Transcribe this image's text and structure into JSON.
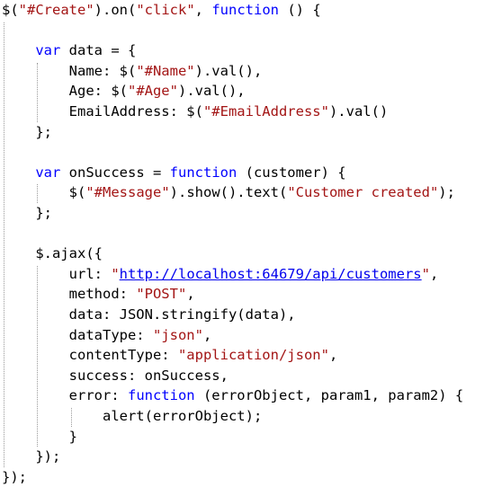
{
  "editor": {
    "lines": [
      [
        {
          "t": "$(",
          "k": "plain"
        },
        {
          "t": "\"#Create\"",
          "k": "str"
        },
        {
          "t": ").on(",
          "k": "plain"
        },
        {
          "t": "\"click\"",
          "k": "str"
        },
        {
          "t": ", ",
          "k": "plain"
        },
        {
          "t": "function",
          "k": "kw"
        },
        {
          "t": " () {",
          "k": "plain"
        }
      ],
      [],
      [
        {
          "t": "    ",
          "k": "plain"
        },
        {
          "t": "var",
          "k": "kw"
        },
        {
          "t": " data = {",
          "k": "plain"
        }
      ],
      [
        {
          "t": "        Name: $(",
          "k": "plain"
        },
        {
          "t": "\"#Name\"",
          "k": "str"
        },
        {
          "t": ").val(),",
          "k": "plain"
        }
      ],
      [
        {
          "t": "        Age: $(",
          "k": "plain"
        },
        {
          "t": "\"#Age\"",
          "k": "str"
        },
        {
          "t": ").val(),",
          "k": "plain"
        }
      ],
      [
        {
          "t": "        EmailAddress: $(",
          "k": "plain"
        },
        {
          "t": "\"#EmailAddress\"",
          "k": "str"
        },
        {
          "t": ").val()",
          "k": "plain"
        }
      ],
      [
        {
          "t": "    };",
          "k": "plain"
        }
      ],
      [],
      [
        {
          "t": "    ",
          "k": "plain"
        },
        {
          "t": "var",
          "k": "kw"
        },
        {
          "t": " onSuccess = ",
          "k": "plain"
        },
        {
          "t": "function",
          "k": "kw"
        },
        {
          "t": " (customer) {",
          "k": "plain"
        }
      ],
      [
        {
          "t": "        $(",
          "k": "plain"
        },
        {
          "t": "\"#Message\"",
          "k": "str"
        },
        {
          "t": ").show().text(",
          "k": "plain"
        },
        {
          "t": "\"Customer created\"",
          "k": "str"
        },
        {
          "t": ");",
          "k": "plain"
        }
      ],
      [
        {
          "t": "    };",
          "k": "plain"
        }
      ],
      [],
      [
        {
          "t": "    $.ajax({",
          "k": "plain"
        }
      ],
      [
        {
          "t": "        url: ",
          "k": "plain"
        },
        {
          "t": "\"",
          "k": "str"
        },
        {
          "t": "http://localhost:64679/api/customers",
          "k": "link"
        },
        {
          "t": "\"",
          "k": "str"
        },
        {
          "t": ",",
          "k": "plain"
        }
      ],
      [
        {
          "t": "        method: ",
          "k": "plain"
        },
        {
          "t": "\"POST\"",
          "k": "str"
        },
        {
          "t": ",",
          "k": "plain"
        }
      ],
      [
        {
          "t": "        data: JSON.stringify(data),",
          "k": "plain"
        }
      ],
      [
        {
          "t": "        dataType: ",
          "k": "plain"
        },
        {
          "t": "\"json\"",
          "k": "str"
        },
        {
          "t": ",",
          "k": "plain"
        }
      ],
      [
        {
          "t": "        contentType: ",
          "k": "plain"
        },
        {
          "t": "\"application/json\"",
          "k": "str"
        },
        {
          "t": ",",
          "k": "plain"
        }
      ],
      [
        {
          "t": "        success: onSuccess,",
          "k": "plain"
        }
      ],
      [
        {
          "t": "        error: ",
          "k": "plain"
        },
        {
          "t": "function",
          "k": "kw"
        },
        {
          "t": " (errorObject, param1, param2) {",
          "k": "plain"
        }
      ],
      [
        {
          "t": "            alert(errorObject);",
          "k": "plain"
        }
      ],
      [
        {
          "t": "        }",
          "k": "plain"
        }
      ],
      [
        {
          "t": "    });",
          "k": "plain"
        }
      ],
      [
        {
          "t": "});",
          "k": "plain"
        }
      ]
    ],
    "colors": {
      "keyword": "#0000ff",
      "string": "#a31515",
      "link": "#0000ee",
      "text": "#000000",
      "guide": "#9a9a9a"
    }
  }
}
